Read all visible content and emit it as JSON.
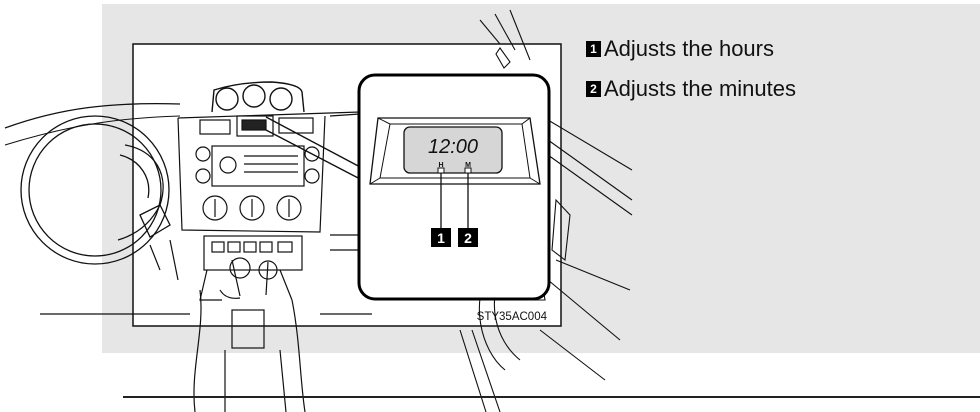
{
  "legend": {
    "items": [
      {
        "number": "1",
        "text": "Adjusts the hours"
      },
      {
        "number": "2",
        "text": "Adjusts the minutes"
      }
    ]
  },
  "clock": {
    "time": "12:00",
    "left_button": "H",
    "right_button": "M",
    "callouts": [
      "1",
      "2"
    ]
  },
  "figure_code": "STY35AC004"
}
